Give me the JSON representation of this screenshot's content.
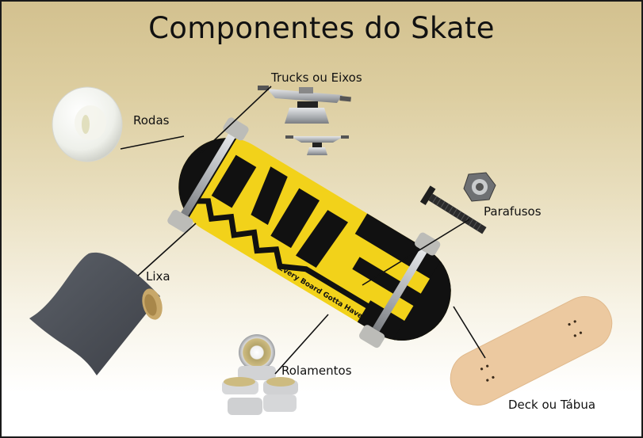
{
  "title": "Componentes do Skate",
  "labels": {
    "trucks": "Trucks ou Eixos",
    "rodas": "Rodas",
    "parafusos": "Parafusos",
    "lixa": "Lixa",
    "rolamentos": "Rolamentos",
    "deck": "Deck ou Tábua"
  },
  "deck_graphic": {
    "brand_text": "Every Board Gotta Have",
    "colors": {
      "yellow": "#f2d21a",
      "black": "#111111"
    }
  },
  "colors": {
    "background_top": "#d3c18f",
    "background_bottom": "#ffffff",
    "leader_line": "#111111",
    "blank_deck": "#ecc9a0",
    "grip_tape": "#4a4e55",
    "metal": "#b9bbbd"
  }
}
